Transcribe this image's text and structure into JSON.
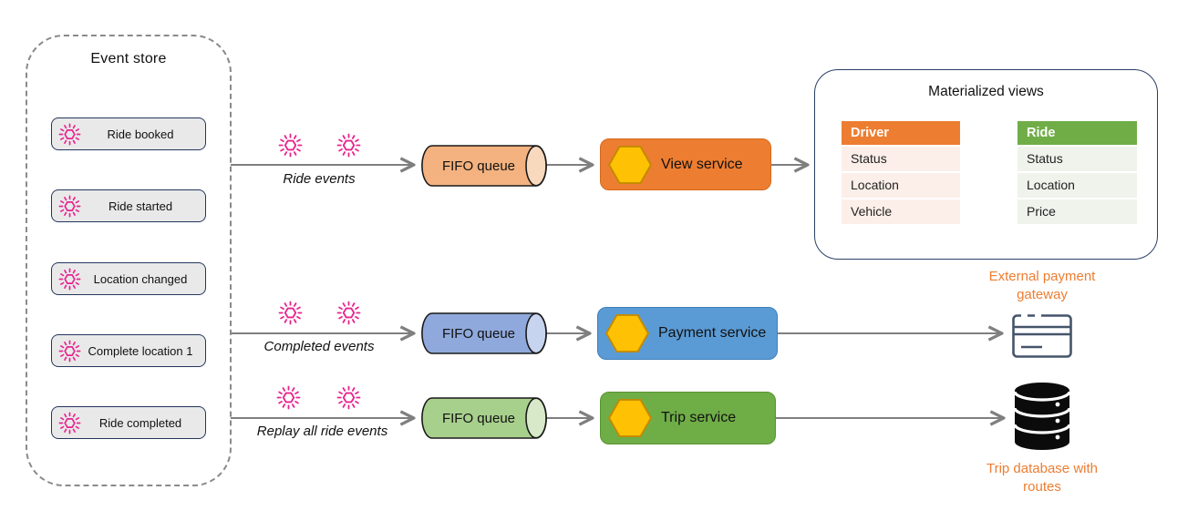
{
  "event_store": {
    "title": "Event store",
    "events": [
      "Ride booked",
      "Ride started",
      "Location changed",
      "Complete location 1",
      "Ride completed"
    ],
    "event_icon": "sunburst-event-icon"
  },
  "flows": [
    {
      "stream_label": "Ride events",
      "queue_label": "FIFO queue",
      "service_label": "View service",
      "service_color": "#ED7D31",
      "queue_color": "#F3B27F"
    },
    {
      "stream_label": "Completed events",
      "queue_label": "FIFO queue",
      "service_label": "Payment service",
      "service_color": "#5B9BD5",
      "queue_color": "#8FA9DC"
    },
    {
      "stream_label": "Replay all ride events",
      "queue_label": "FIFO queue",
      "service_label": "Trip service",
      "service_color": "#6FAD47",
      "queue_color": "#A8D08D"
    }
  ],
  "materialized_views": {
    "title": "Materialized views",
    "tables": [
      {
        "name": "Driver",
        "rows": [
          "Status",
          "Location",
          "Vehicle"
        ],
        "header_color": "#ED7D31",
        "row_color": "#FCEFE9"
      },
      {
        "name": "Ride",
        "rows": [
          "Status",
          "Location",
          "Price"
        ],
        "header_color": "#70AD47",
        "row_color": "#EFF3EC"
      }
    ]
  },
  "endpoints": [
    {
      "label": "External payment gateway",
      "icon": "credit-card-icon"
    },
    {
      "label": "Trip database with routes",
      "icon": "database-icon"
    }
  ],
  "colors": {
    "event_icon_pink": "#E8248F",
    "arrow_gray": "#7F7F7F",
    "hexagon_yellow": "#FFC103",
    "accent_orange": "#ED7D31",
    "event_store_border": "#8A8A8A",
    "event_box_border": "#24365E"
  }
}
